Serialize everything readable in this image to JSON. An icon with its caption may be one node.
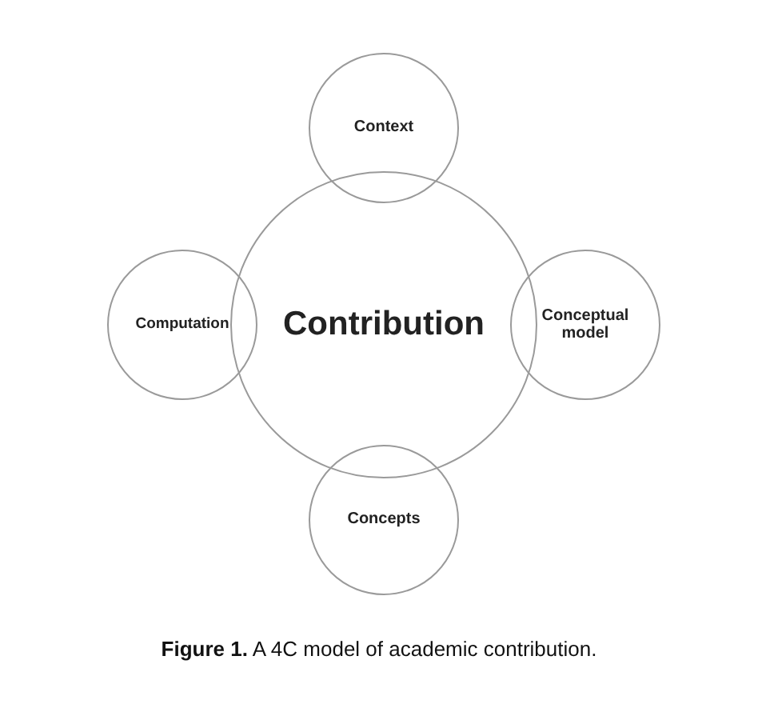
{
  "diagram": {
    "caption": "**Figure 1.** A 4C model of academic contribution.",
    "nodes": [
      {
        "text": [
          "Contribution"
        ]
      },
      {
        "text": [
          "Context"
        ]
      },
      {
        "text": [
          "Computation"
        ]
      },
      {
        "text": [
          "Conceptual model"
        ]
      },
      {
        "text": [
          "Concepts"
        ]
      }
    ]
  }
}
